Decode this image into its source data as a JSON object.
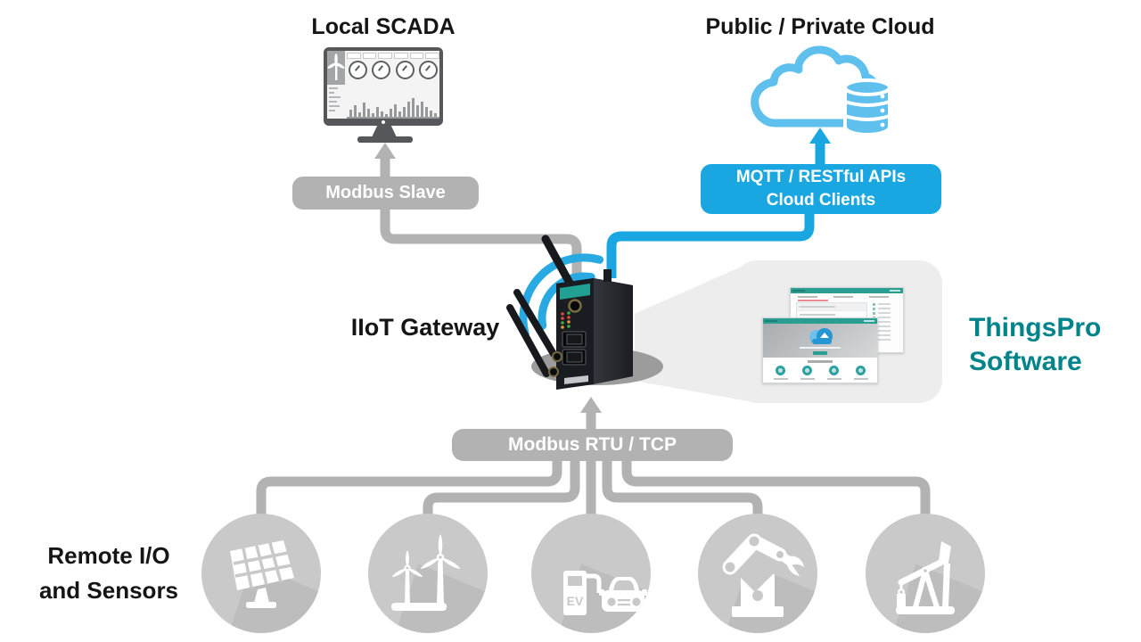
{
  "titles": {
    "local_scada": "Local SCADA",
    "cloud": "Public / Private Cloud",
    "gateway": "IIoT Gateway",
    "remote_io_line1": "Remote I/O",
    "remote_io_line2": "and Sensors",
    "thingspro_line1": "ThingsPro",
    "thingspro_line2": "Software"
  },
  "labels": {
    "modbus_slave": "Modbus Slave",
    "mqtt_line1": "MQTT / RESTful APIs",
    "mqtt_line2": "Cloud Clients",
    "modbus_rtu": "Modbus RTU / TCP",
    "ev_badge": "EV"
  },
  "devices": [
    {
      "icon": "solar-panel"
    },
    {
      "icon": "wind-turbines"
    },
    {
      "icon": "ev-charging-car"
    },
    {
      "icon": "robot-arm"
    },
    {
      "icon": "oil-pump"
    }
  ],
  "icons": {
    "cloud": "cloud-outline-icon",
    "database": "database-cylinder-icon",
    "wifi": "wifi-signal-icon",
    "gateway_device": "cellular-iiot-gateway-device",
    "scada_monitor": "scada-dashboard-monitor"
  },
  "colors": {
    "blue": "#1aa7e1",
    "light_blue": "#5fc0ee",
    "wifi_blue": "#29a9e2",
    "gray_line": "#b2b2b2",
    "circle_gray": "#c9c9c9",
    "teal_text": "#00838a",
    "window_teal": "#2a9e92",
    "device_dark": "#191c20",
    "beam_gray": "#ededed",
    "shadow_gray": "#9c9c9c"
  },
  "scada_chart_bars": [
    8,
    13,
    5,
    16,
    9,
    4,
    11,
    6,
    3,
    9,
    14,
    6,
    11,
    17,
    21,
    13,
    17,
    11,
    7,
    4
  ]
}
